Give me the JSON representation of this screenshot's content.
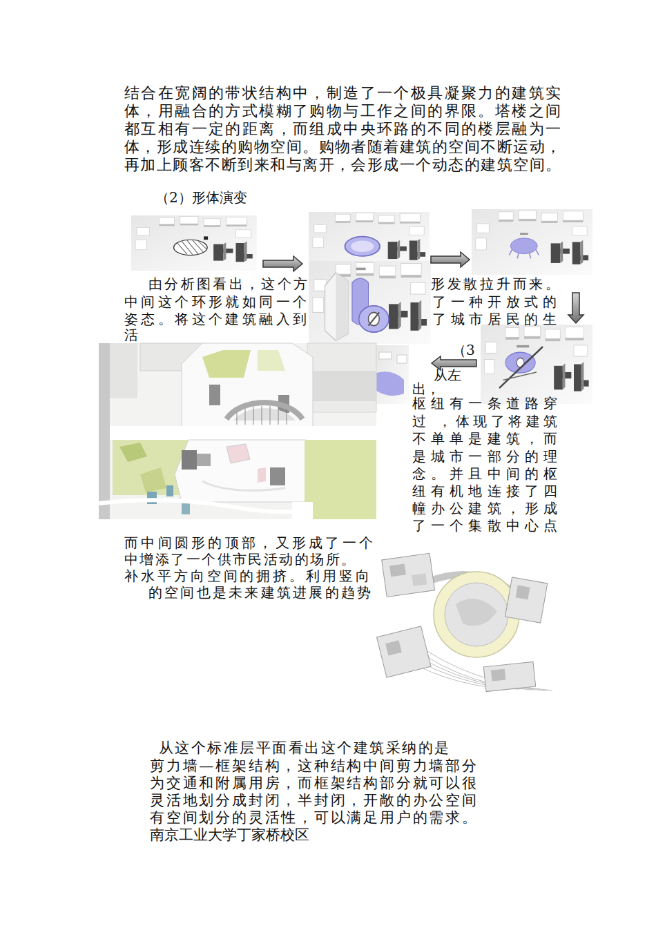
{
  "diagram": {
    "labels": [
      "结合在宽阔的带状结构中，制造了一个极具凝聚力的建筑实",
      "体，用融合的方式模糊了购物与工作之间的界限。塔楼之间",
      "都互相有一定的距离，而组成中央环路的不同的楼层融为一",
      "体，形成连续的购物空间。购物者随着建筑的空间不断运动，",
      "再加上顾客不断到来和与离开，会形成一个动态的建筑空间。",
      "（2）形体演变",
      "由分析图看出，这个方",
      "形发散拉升而来。",
      "中间这个环形就如同一个",
      "了一种开放式的",
      "姿态。将这个建筑融入到",
      "了城市居民的生",
      "活",
      "（3",
      "从左",
      "出，",
      "枢纽有一条道路穿",
      "过 ，体现了将建筑",
      "不单单是建筑，而",
      "是城市一部分的理",
      "念。并且中间的枢",
      "纽有机地连接了四",
      "幢办公建筑，形成",
      "了一个集散中心点",
      "而中间圆形的顶部，又形成了一个",
      "中增添了一个供市民活动的场所。",
      "补水平方向空间的拥挤。利用竖向",
      "的空间也是未来建筑进展的趋势",
      "从这个标准层平面看出这个建筑采纳的是",
      "剪力墙—框架结构，这种结构中间剪力墙部分",
      "为交通和附属用房，而框架结构部分就可以很",
      "灵活地划分成封闭，半封闭，开敞的办公空间",
      "有空间划分的灵活性，可以满足用户的需求。",
      "南京工业大学丁家桥校区"
    ]
  }
}
